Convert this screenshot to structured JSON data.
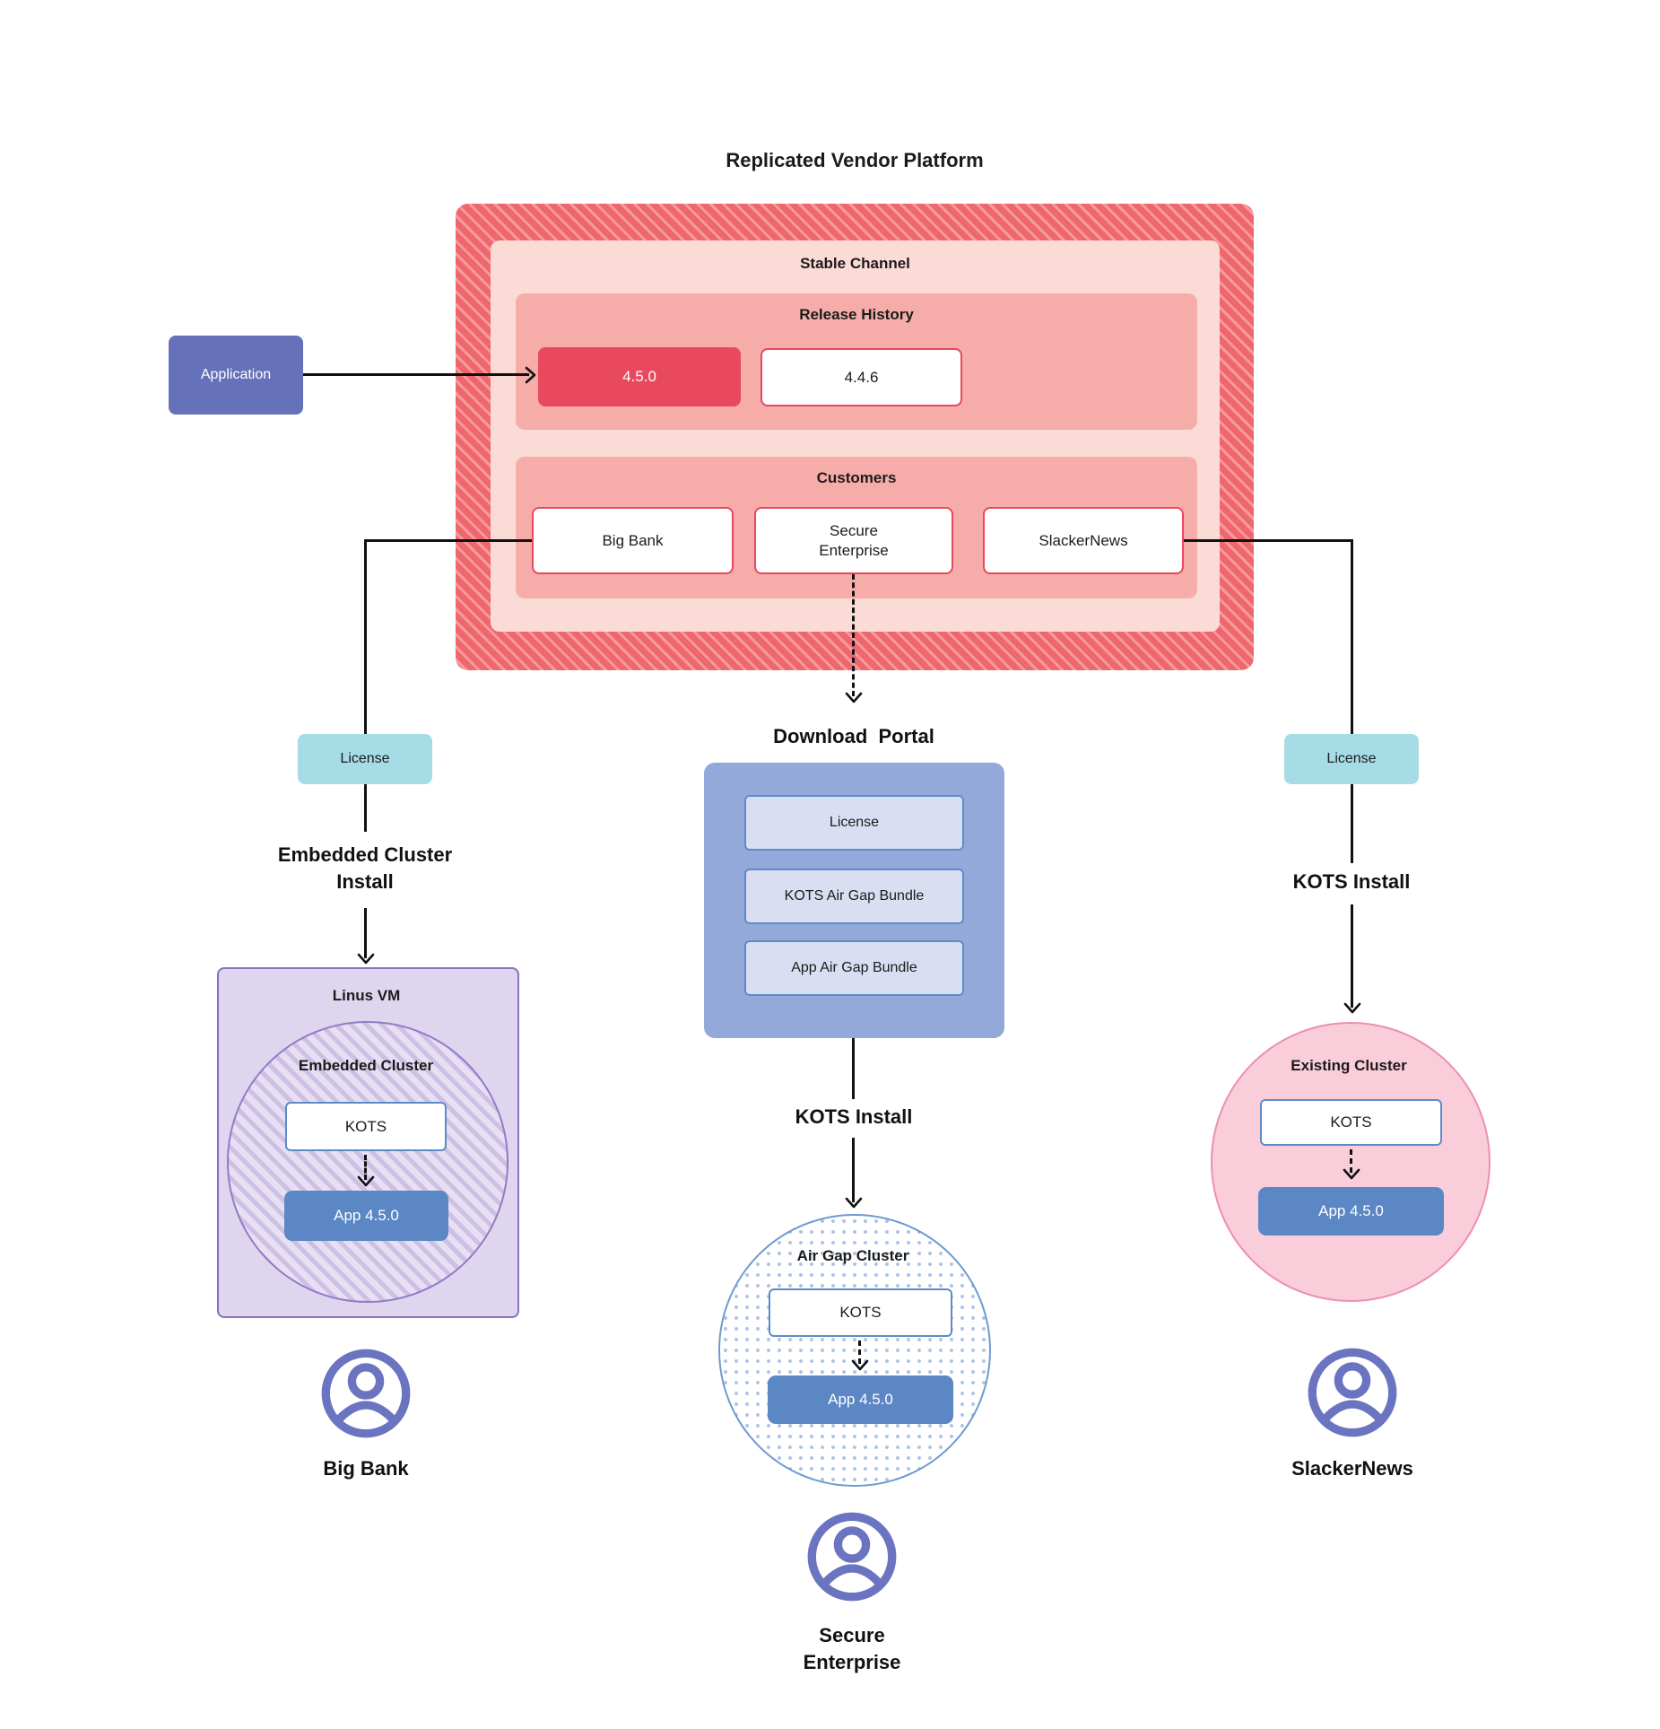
{
  "diagram": {
    "title": "Replicated Vendor Platform",
    "platform": {
      "stable_channel": {
        "label": "Stable Channel"
      },
      "release_history": {
        "label": "Release History",
        "releases": [
          {
            "version": "4.5.0",
            "highlighted": true
          },
          {
            "version": "4.4.6",
            "highlighted": false
          }
        ]
      },
      "customers": {
        "label": "Customers",
        "items": [
          "Big Bank",
          "Secure\nEnterprise",
          "SlackerNews"
        ]
      }
    },
    "application": {
      "label": "Application"
    },
    "left_branch": {
      "license": "License",
      "install": "Embedded Cluster\nInstall",
      "vm": "Linus VM",
      "cluster": "Embedded Cluster",
      "kots": "KOTS",
      "app": "App 4.5.0",
      "persona": "Big Bank"
    },
    "middle_branch": {
      "portal_title": "Download  Portal",
      "portal_items": [
        "License",
        "KOTS Air Gap Bundle",
        "App Air Gap Bundle"
      ],
      "install": "KOTS Install",
      "cluster": "Air Gap Cluster",
      "kots": "KOTS",
      "app": "App 4.5.0",
      "persona": "Secure\nEnterprise"
    },
    "right_branch": {
      "license": "License",
      "install": "KOTS Install",
      "cluster": "Existing Cluster",
      "kots": "KOTS",
      "app": "App 4.5.0",
      "persona": "SlackerNews"
    },
    "colors": {
      "hatch_dark": "#ef676c",
      "hatch_light": "#f59b9e",
      "stable_bg": "#fbdbd6",
      "section_bg": "#f6ada9",
      "release_red": "#e8495e",
      "application_indigo": "#6571b8",
      "license_teal": "#a6dce6",
      "portal_blue": "#92a9d9",
      "bundle_bg": "#d9def2",
      "blue_border": "#5e8bc8",
      "app_blue": "#5b87c4",
      "vm_purple_bg": "#ded5ee",
      "vm_purple_border": "#8d6fc0",
      "existing_pink_bg": "#f9cdd9",
      "existing_pink_border": "#ee8fae",
      "persona_icon": "#6b74c0",
      "line_color": "#111111"
    }
  }
}
